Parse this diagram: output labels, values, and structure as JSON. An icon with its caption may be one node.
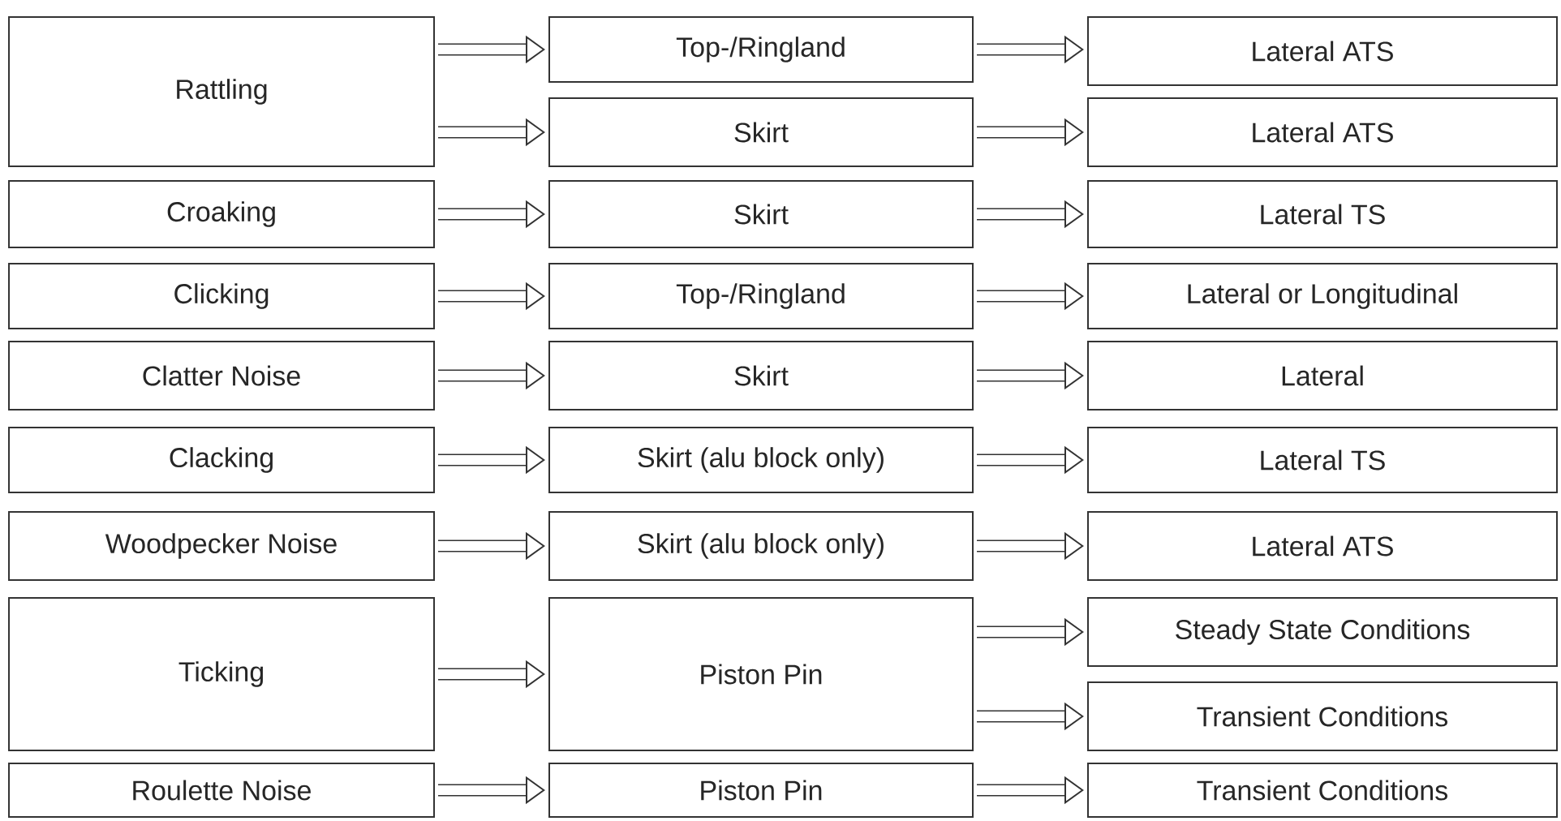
{
  "diagram": {
    "nodes": [
      {
        "text": [
          "Rattling"
        ]
      },
      {
        "text": [
          "Top-/Ringland"
        ]
      },
      {
        "text": [
          "Lateral ATS"
        ]
      },
      {
        "text": [
          "Skirt"
        ]
      },
      {
        "text": [
          "Lateral ATS"
        ]
      },
      {
        "text": [
          "Croaking"
        ]
      },
      {
        "text": [
          "Skirt"
        ]
      },
      {
        "text": [
          "Lateral TS"
        ]
      },
      {
        "text": [
          "Clicking"
        ]
      },
      {
        "text": [
          "Top-/Ringland"
        ]
      },
      {
        "text": [
          "Lateral or Longitudinal"
        ]
      },
      {
        "text": [
          "Clatter Noise"
        ]
      },
      {
        "text": [
          "Skirt"
        ]
      },
      {
        "text": [
          "Lateral"
        ]
      },
      {
        "text": [
          "Clacking"
        ]
      },
      {
        "text": [
          "Skirt (alu block only)"
        ]
      },
      {
        "text": [
          "Lateral TS"
        ]
      },
      {
        "text": [
          "Woodpecker Noise"
        ]
      },
      {
        "text": [
          "Skirt (alu block only)"
        ]
      },
      {
        "text": [
          "Lateral ATS"
        ]
      },
      {
        "text": [
          "Ticking"
        ]
      },
      {
        "text": [
          "Piston Pin"
        ]
      },
      {
        "text": [
          "Steady State Conditions"
        ]
      },
      {
        "text": [
          "Transient Conditions"
        ]
      },
      {
        "text": [
          "Roulette Noise"
        ]
      },
      {
        "text": [
          "Piston Pin"
        ]
      },
      {
        "text": [
          "Transient Conditions"
        ]
      }
    ],
    "edges": [
      {
        "from": 0,
        "to": 1,
        "arrow": "to"
      },
      {
        "from": 1,
        "to": 2,
        "arrow": "to"
      },
      {
        "from": 0,
        "to": 3,
        "arrow": "to"
      },
      {
        "from": 3,
        "to": 4,
        "arrow": "to"
      },
      {
        "from": 5,
        "to": 6,
        "arrow": "to"
      },
      {
        "from": 6,
        "to": 7,
        "arrow": "to"
      },
      {
        "from": 8,
        "to": 9,
        "arrow": "to"
      },
      {
        "from": 9,
        "to": 10,
        "arrow": "to"
      },
      {
        "from": 11,
        "to": 12,
        "arrow": "to"
      },
      {
        "from": 12,
        "to": 13,
        "arrow": "to"
      },
      {
        "from": 14,
        "to": 15,
        "arrow": "to"
      },
      {
        "from": 15,
        "to": 16,
        "arrow": "to"
      },
      {
        "from": 17,
        "to": 18,
        "arrow": "to"
      },
      {
        "from": 18,
        "to": 19,
        "arrow": "to"
      },
      {
        "from": 20,
        "to": 21,
        "arrow": "to"
      },
      {
        "from": 21,
        "to": 22,
        "arrow": "to"
      },
      {
        "from": 21,
        "to": 23,
        "arrow": "to"
      },
      {
        "from": 24,
        "to": 25,
        "arrow": "to"
      },
      {
        "from": 25,
        "to": 26,
        "arrow": "to"
      }
    ]
  }
}
